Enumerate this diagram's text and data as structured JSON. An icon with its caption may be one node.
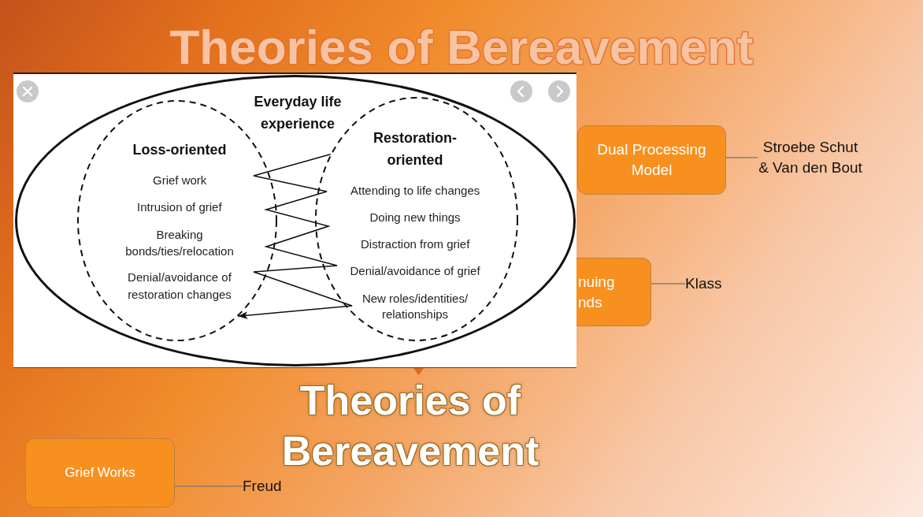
{
  "diagram": {
    "title": "Theories of Bereavement",
    "nodes": [
      {
        "text": [
          "Everyday life experience"
        ]
      },
      {
        "text": [
          "Loss-oriented",
          "Grief work",
          "Intrusion of grief",
          "Breaking bonds/ties/relocation",
          "Denial/avoidance of restoration changes"
        ],
        "in": 0
      },
      {
        "text": [
          "Restoration-oriented",
          "Attending to life changes",
          "Doing new things",
          "Distraction from grief",
          "Denial/avoidance of grief",
          "New roles/identities/ relationships"
        ],
        "in": 0
      },
      {
        "text": [
          "Dual Processing Model"
        ]
      },
      {
        "text": [
          "Stroebe Schut & Van den Bout"
        ]
      },
      {
        "text": [
          "nuing nds"
        ]
      },
      {
        "text": [
          "Klass"
        ]
      },
      {
        "text": [
          "Grief Works"
        ]
      },
      {
        "text": [
          "Freud"
        ]
      }
    ],
    "edges": [
      {
        "from": 2,
        "to": 1,
        "arrow": "to",
        "color": "#111111"
      },
      {
        "from": 3,
        "to": 4,
        "arrow": "none"
      },
      {
        "from": 5,
        "to": 6,
        "arrow": "none"
      },
      {
        "from": 7,
        "to": 8,
        "arrow": "none"
      }
    ],
    "labels": [
      "Theories of Bereavement"
    ]
  }
}
